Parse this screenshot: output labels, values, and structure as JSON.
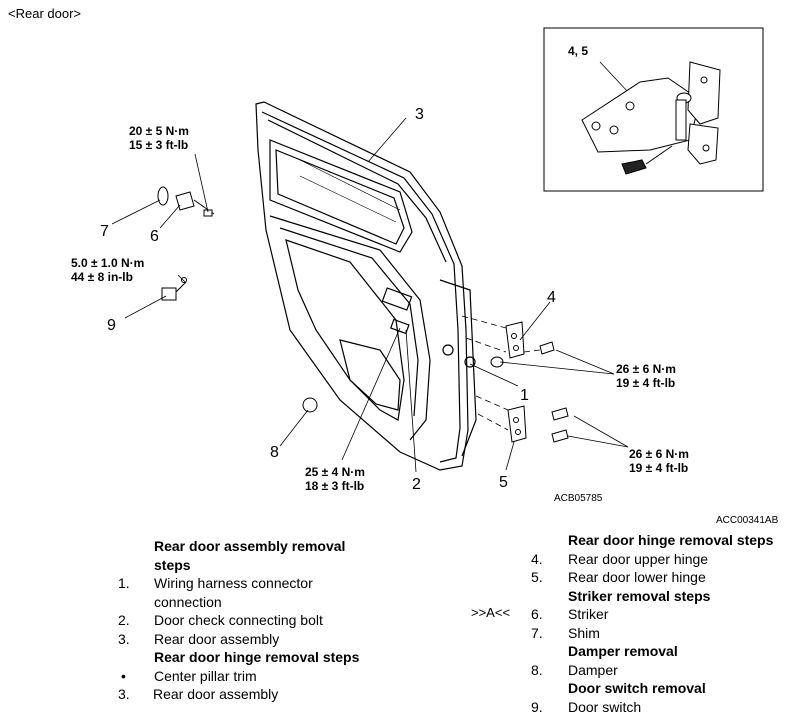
{
  "header": "<Rear door>",
  "figure": {
    "code_inner": "ACB05785",
    "code_outer": "ACC00341AB",
    "inset_callout": "4, 5",
    "callouts": [
      "1",
      "2",
      "3",
      "4",
      "5",
      "6",
      "7",
      "8",
      "9"
    ],
    "torques": {
      "t1": {
        "nm": "20 ± 5 N·m",
        "ft": "15 ± 3 ft-lb"
      },
      "t2": {
        "nm": "5.0 ± 1.0 N·m",
        "ft": "44 ± 8 in-lb"
      },
      "t3": {
        "nm": "26 ± 6 N·m",
        "ft": "19 ± 4 ft-lb"
      },
      "t4": {
        "nm": "26 ± 6 N·m",
        "ft": "19 ± 4 ft-lb"
      },
      "t5": {
        "nm": "25 ± 4 N·m",
        "ft": "18 ± 3 ft-lb"
      }
    }
  },
  "procedures": {
    "left": [
      {
        "num": "",
        "text": "Rear door assembly removal",
        "bold": true
      },
      {
        "num": "",
        "text": "steps",
        "bold": true
      },
      {
        "num": "1.",
        "text": "Wiring harness connector",
        "bold": false
      },
      {
        "num": "",
        "text": "connection",
        "bold": false
      },
      {
        "num": "2.",
        "text": "Door check connecting bolt",
        "bold": false
      },
      {
        "num": "3.",
        "text": "Rear door assembly",
        "bold": false
      },
      {
        "num": "",
        "text": "Rear door hinge removal steps",
        "bold": true
      },
      {
        "num": "•",
        "text": "Center pillar trim",
        "bold": false
      },
      {
        "num": "3.",
        "text": "Rear door assembly",
        "bold": false
      }
    ],
    "right": [
      {
        "num": "",
        "text": "Rear door hinge removal steps",
        "bold": true
      },
      {
        "num": "4.",
        "text": "Rear door upper hinge",
        "bold": false
      },
      {
        "num": "5.",
        "text": "Rear door lower hinge",
        "bold": false
      },
      {
        "num": "",
        "text": "Striker removal steps",
        "bold": true
      },
      {
        "num": "6.",
        "text": "Striker",
        "bold": false
      },
      {
        "num": "7.",
        "text": "Shim",
        "bold": false
      },
      {
        "num": "",
        "text": "Damper removal",
        "bold": true
      },
      {
        "num": "8.",
        "text": "Damper",
        "bold": false
      },
      {
        "num": "",
        "text": "Door switch removal",
        "bold": true
      },
      {
        "num": "9.",
        "text": "Door switch",
        "bold": false
      }
    ],
    "ref_mark": ">>A<<"
  }
}
